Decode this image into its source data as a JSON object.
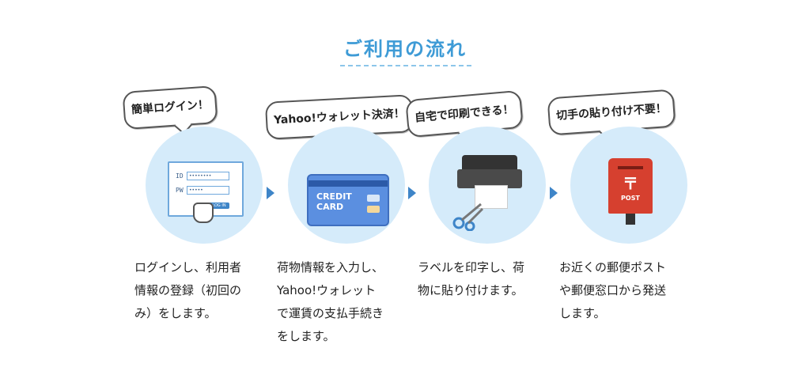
{
  "title": "ご利用の流れ",
  "steps": [
    {
      "bubble": "簡単ログイン！",
      "icon": "login-window-icon",
      "login": {
        "id_label": "ID",
        "id_value": "••••••••",
        "pw_label": "PW",
        "pw_value": "•••••",
        "button": "LOG IN"
      },
      "desc": [
        "ログインし、利用者",
        "情報の登録（初回の",
        "み）をします。"
      ]
    },
    {
      "bubble": "Yahoo!ウォレット決済！",
      "icon": "credit-card-icon",
      "card_text": [
        "CREDIT",
        "CARD"
      ],
      "desc": [
        "荷物情報を入力し、",
        "Yahoo!ウォレット",
        "で運賃の支払手続き",
        "をします。"
      ]
    },
    {
      "bubble": "自宅で印刷できる！",
      "icon": "printer-icon",
      "desc": [
        "ラベルを印字し、荷",
        "物に貼り付けます。"
      ]
    },
    {
      "bubble": "切手の貼り付け不要！",
      "icon": "postbox-icon",
      "post_mark": "〒",
      "post_label": "POST",
      "desc": [
        "お近くの郵便ポスト",
        "や郵便窓口から発送",
        "します。"
      ]
    }
  ],
  "colors": {
    "accent": "#3e9bd6",
    "circle": "#d5ebfa",
    "arrow": "#3e85c8",
    "post": "#d6402f",
    "card": "#5b8fe0"
  }
}
